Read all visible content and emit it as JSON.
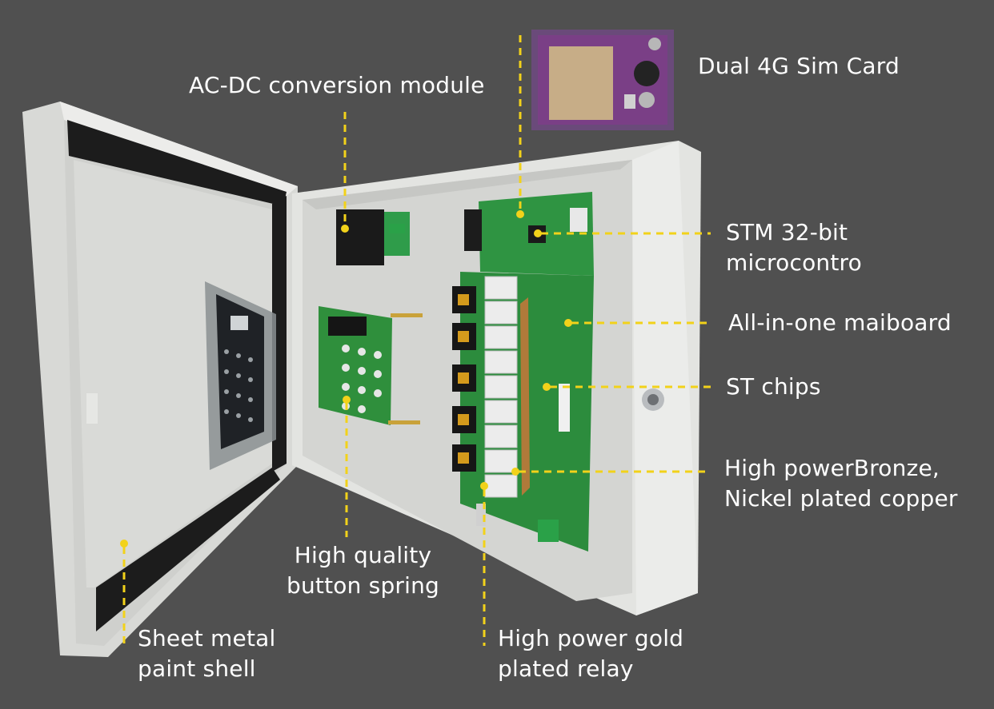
{
  "labels": {
    "ac_dc": "AC-DC conversion module",
    "sim": "Dual 4G Sim Card",
    "stm_line1": "STM 32-bit",
    "stm_line2": "microcontro",
    "mainboard": "All-in-one maiboard",
    "st_chips": "ST chips",
    "bronze_line1": "High powerBronze,",
    "bronze_line2": "Nickel plated copper",
    "spring_line1": "High quality",
    "spring_line2": "button spring",
    "relay_line1": "High power gold",
    "relay_line2": "plated relay",
    "shell_line1": "Sheet metal",
    "shell_line2": "paint shell"
  },
  "colors": {
    "background": "#505050",
    "callout": "#f2d21a",
    "text": "#ffffff",
    "pcb": "#2e8c3a",
    "enclosure": "#dedfdc"
  }
}
